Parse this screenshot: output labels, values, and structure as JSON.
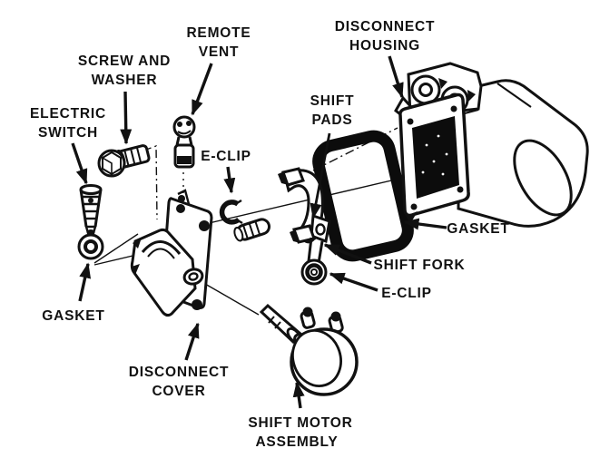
{
  "diagram": {
    "title": "Disconnect housing exploded parts diagram",
    "background_color": "#ffffff",
    "ink_color": "#111111",
    "labels": [
      {
        "id": "screw-and-washer",
        "lines": [
          "SCREW AND",
          "WASHER"
        ]
      },
      {
        "id": "remote-vent",
        "lines": [
          "REMOTE",
          "VENT"
        ]
      },
      {
        "id": "disconnect-housing",
        "lines": [
          "DISCONNECT",
          "HOUSING"
        ]
      },
      {
        "id": "electric-switch",
        "lines": [
          "ELECTRIC",
          "SWITCH"
        ]
      },
      {
        "id": "e-clip-upper",
        "lines": [
          "E-CLIP"
        ]
      },
      {
        "id": "shift-pads",
        "lines": [
          "SHIFT",
          "PADS"
        ]
      },
      {
        "id": "gasket-housing",
        "lines": [
          "GASKET"
        ]
      },
      {
        "id": "shift-fork",
        "lines": [
          "SHIFT FORK"
        ]
      },
      {
        "id": "e-clip-lower",
        "lines": [
          "E-CLIP"
        ]
      },
      {
        "id": "gasket-switch",
        "lines": [
          "GASKET"
        ]
      },
      {
        "id": "disconnect-cover",
        "lines": [
          "DISCONNECT",
          "COVER"
        ]
      },
      {
        "id": "shift-motor-assembly",
        "lines": [
          "SHIFT MOTOR",
          "ASSEMBLY"
        ]
      }
    ],
    "parts": [
      "screw-and-washer",
      "remote-vent",
      "electric-switch",
      "switch-gasket",
      "e-clip-upper",
      "disconnect-cover",
      "shift-fork",
      "shift-pads",
      "shift-fork-roller",
      "housing-gasket",
      "disconnect-housing",
      "shift-motor-assembly"
    ]
  }
}
